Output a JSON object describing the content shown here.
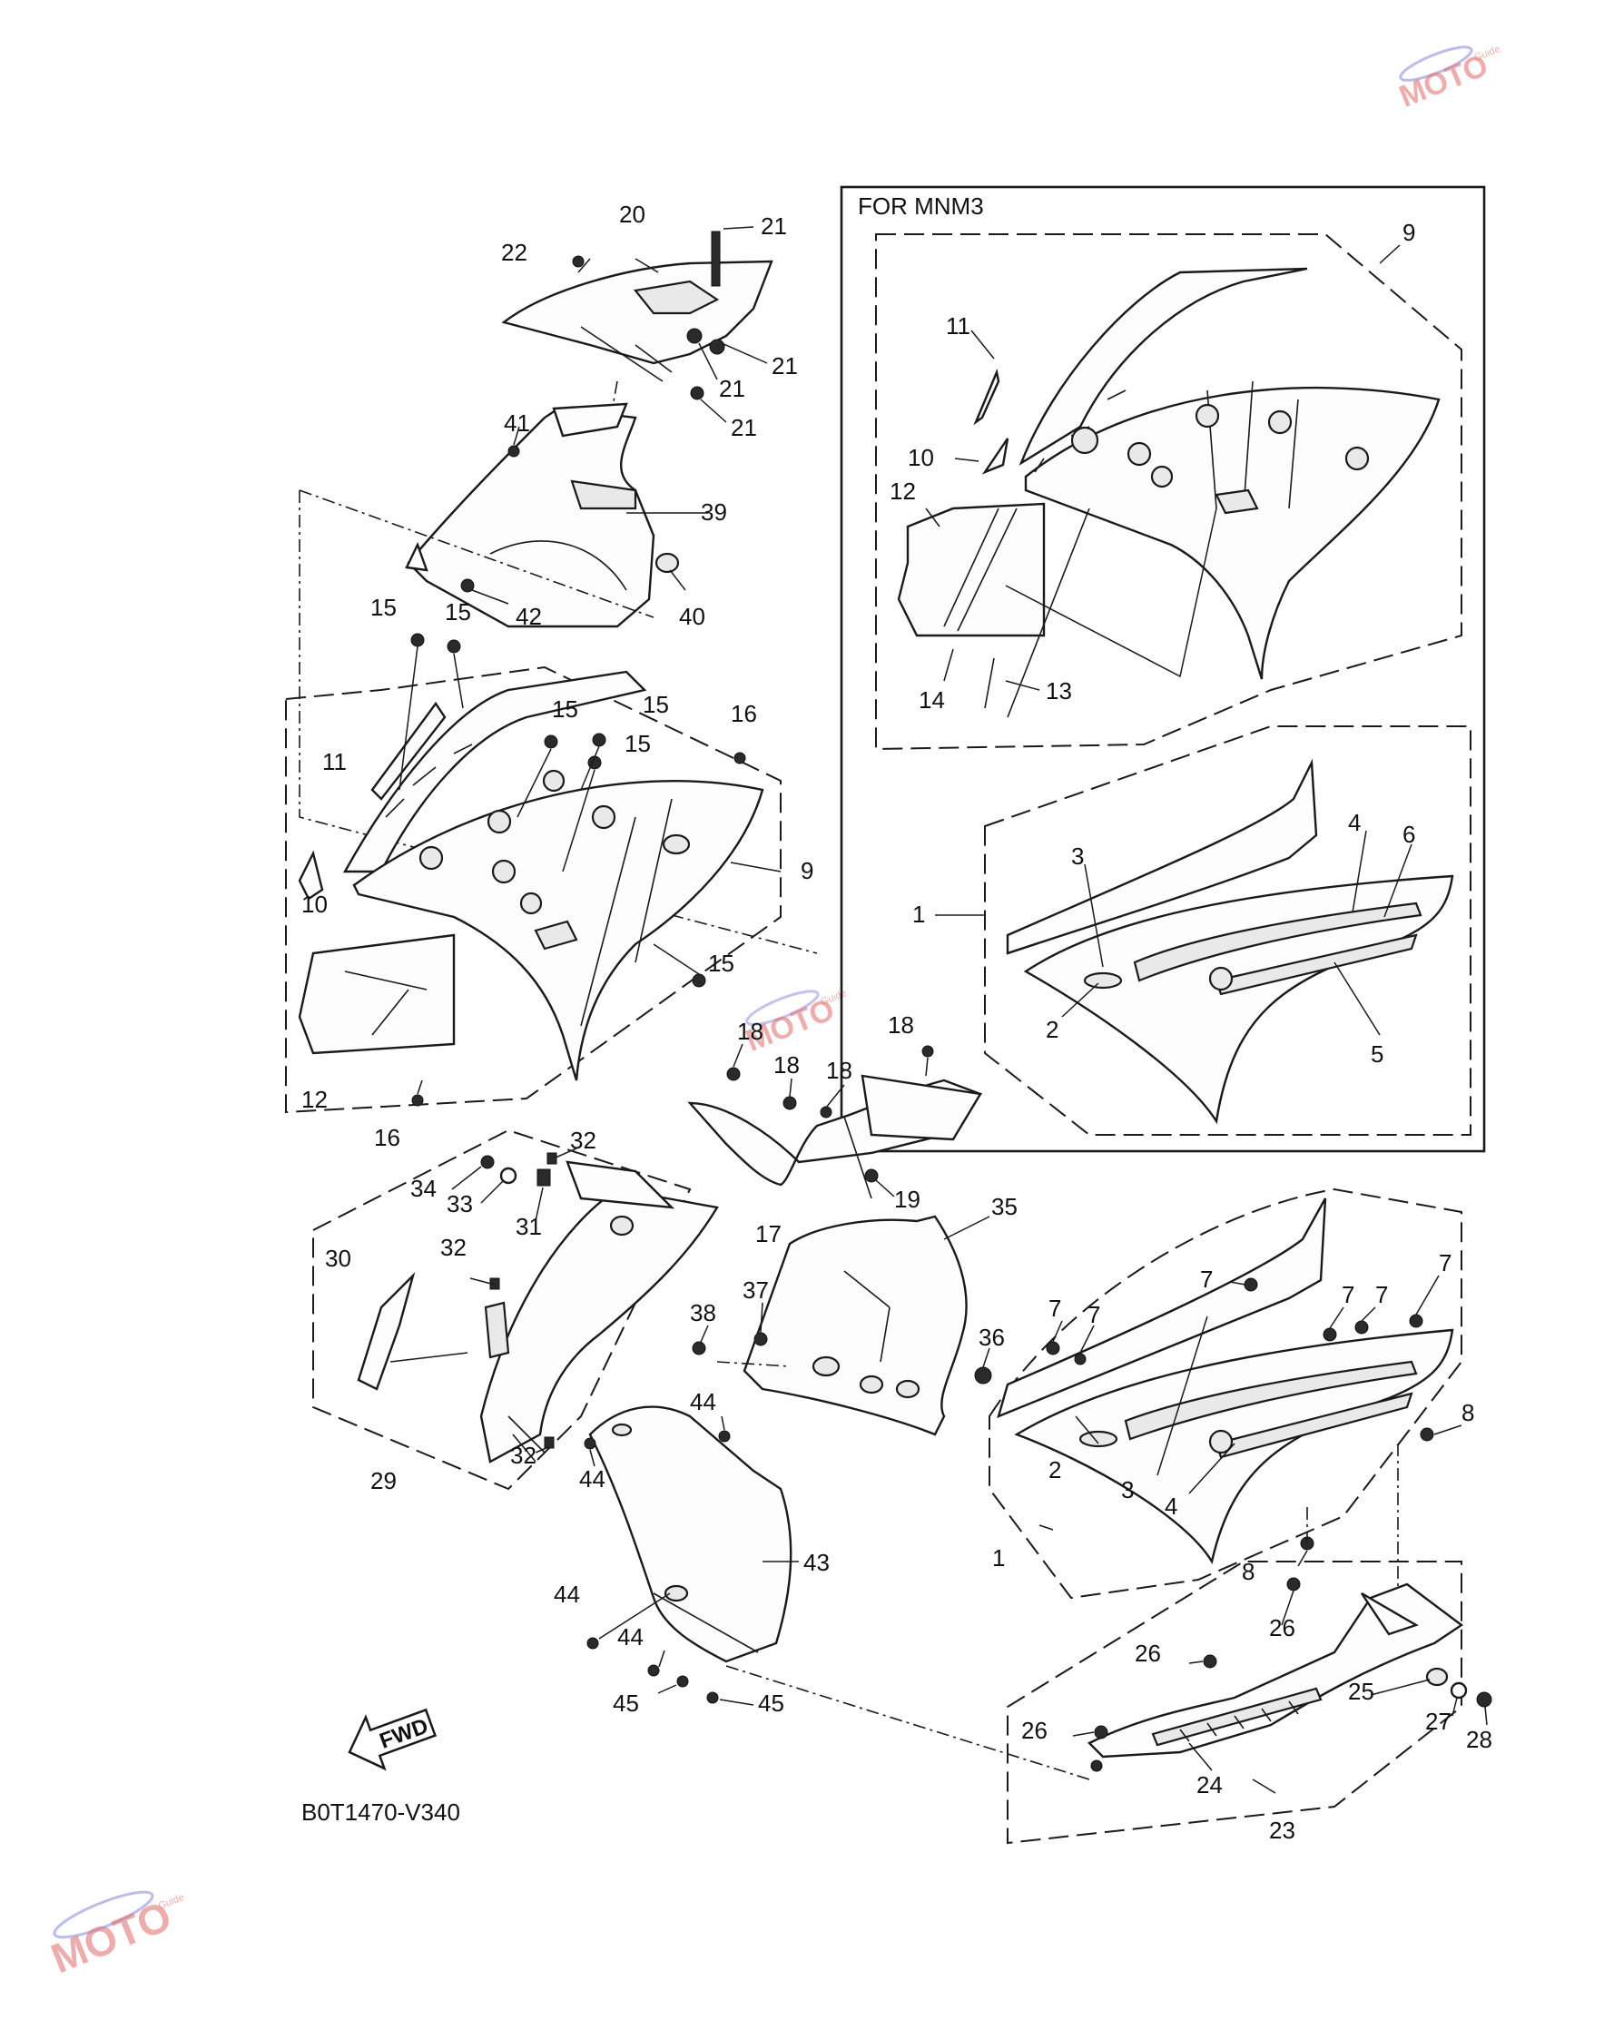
{
  "diagram": {
    "variant_box_title": "FOR MNM3",
    "figure_code": "B0T1470-V340",
    "fwd_label": "FWD",
    "watermark": {
      "text": "MOTO",
      "sub": "Guide"
    },
    "labels_left": [
      "20",
      "21",
      "22",
      "21",
      "21",
      "21",
      "41",
      "39",
      "40",
      "42",
      "15",
      "15",
      "11",
      "15",
      "15",
      "15",
      "16",
      "9",
      "10",
      "12",
      "15",
      "16",
      "18",
      "18",
      "18",
      "18",
      "32",
      "34",
      "33",
      "31",
      "30",
      "32",
      "29",
      "32",
      "17",
      "19",
      "35",
      "37",
      "38",
      "36",
      "44",
      "44",
      "43",
      "44",
      "44",
      "45",
      "45"
    ],
    "labels_box": [
      "9",
      "11",
      "10",
      "12",
      "14",
      "13",
      "1",
      "3",
      "4",
      "6",
      "2",
      "5"
    ],
    "labels_right": [
      "7",
      "7",
      "7",
      "7",
      "7",
      "7",
      "8",
      "2",
      "3",
      "4",
      "1",
      "8",
      "26",
      "26",
      "25",
      "27",
      "28",
      "26",
      "24",
      "23"
    ]
  }
}
